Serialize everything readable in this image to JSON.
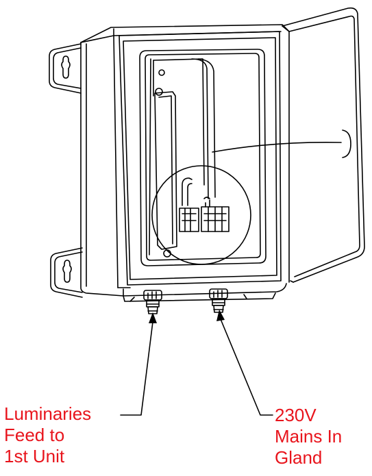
{
  "labels": {
    "luminaries_feed": [
      "Luminaries",
      "Feed to",
      "1st Unit"
    ],
    "mains_in": [
      "230V",
      "Mains In",
      "Gland"
    ]
  },
  "colors": {
    "label_text": "#e8141c",
    "line_art": "#000000",
    "background": "#ffffff"
  }
}
